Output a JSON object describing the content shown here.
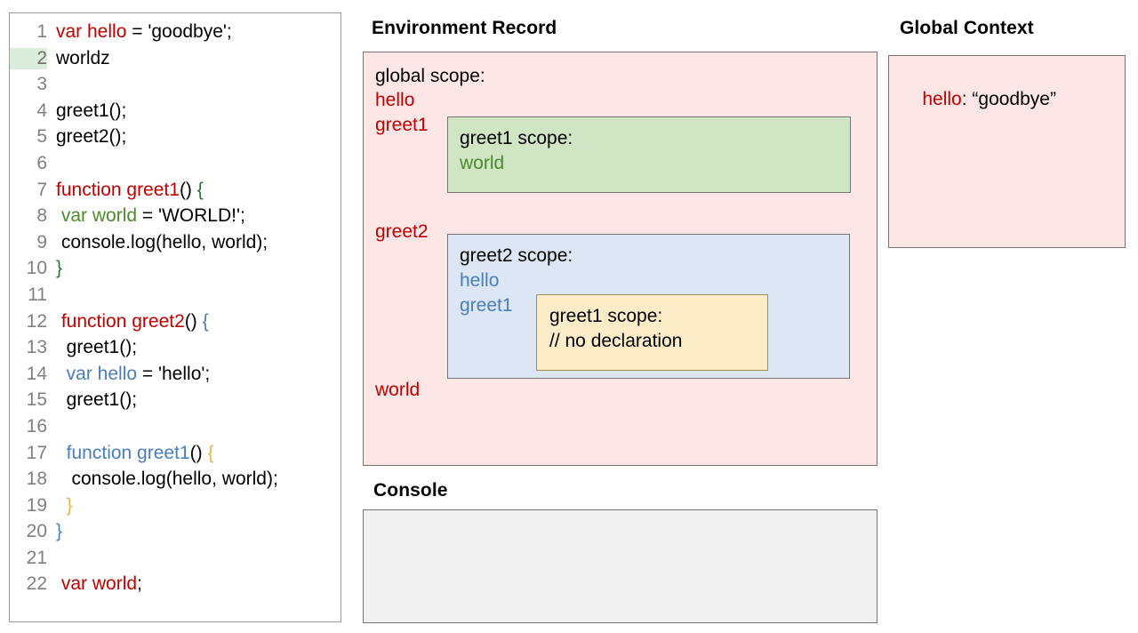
{
  "editor": {
    "lines": [
      {
        "num": "1",
        "highlight": false,
        "tokens": [
          {
            "t": "var hello",
            "c": "red"
          },
          {
            "t": " = 'goodbye';",
            "c": "black"
          }
        ]
      },
      {
        "num": "2",
        "highlight": true,
        "tokens": [
          {
            "t": "worldz",
            "c": "black"
          }
        ]
      },
      {
        "num": "3",
        "highlight": false,
        "tokens": [
          {
            "t": "",
            "c": "black"
          }
        ]
      },
      {
        "num": "4",
        "highlight": false,
        "tokens": [
          {
            "t": "greet1();",
            "c": "black"
          }
        ]
      },
      {
        "num": "5",
        "highlight": false,
        "tokens": [
          {
            "t": "greet2();",
            "c": "black"
          }
        ]
      },
      {
        "num": "6",
        "highlight": false,
        "tokens": [
          {
            "t": "",
            "c": "black"
          }
        ]
      },
      {
        "num": "7",
        "highlight": false,
        "tokens": [
          {
            "t": "function greet1",
            "c": "red"
          },
          {
            "t": "() ",
            "c": "black"
          },
          {
            "t": "{",
            "c": "dgreen"
          }
        ]
      },
      {
        "num": "8",
        "highlight": false,
        "tokens": [
          {
            "t": " ",
            "c": "black"
          },
          {
            "t": "var world",
            "c": "green"
          },
          {
            "t": " = 'WORLD!';",
            "c": "black"
          }
        ]
      },
      {
        "num": "9",
        "highlight": false,
        "tokens": [
          {
            "t": " console.log(hello, world);",
            "c": "black"
          }
        ]
      },
      {
        "num": "10",
        "highlight": false,
        "tokens": [
          {
            "t": "}",
            "c": "dgreen"
          }
        ]
      },
      {
        "num": "11",
        "highlight": false,
        "tokens": [
          {
            "t": "",
            "c": "black"
          }
        ]
      },
      {
        "num": "12",
        "highlight": false,
        "tokens": [
          {
            "t": " ",
            "c": "black"
          },
          {
            "t": "function greet2",
            "c": "red"
          },
          {
            "t": "() ",
            "c": "black"
          },
          {
            "t": "{",
            "c": "blue"
          }
        ]
      },
      {
        "num": "13",
        "highlight": false,
        "tokens": [
          {
            "t": "  greet1();",
            "c": "black"
          }
        ]
      },
      {
        "num": "14",
        "highlight": false,
        "tokens": [
          {
            "t": "  ",
            "c": "black"
          },
          {
            "t": "var hello",
            "c": "blue"
          },
          {
            "t": " = 'hello';",
            "c": "black"
          }
        ]
      },
      {
        "num": "15",
        "highlight": false,
        "tokens": [
          {
            "t": "  greet1();",
            "c": "black"
          }
        ]
      },
      {
        "num": "16",
        "highlight": false,
        "tokens": [
          {
            "t": "",
            "c": "black"
          }
        ]
      },
      {
        "num": "17",
        "highlight": false,
        "tokens": [
          {
            "t": "  ",
            "c": "black"
          },
          {
            "t": "function greet1",
            "c": "blue"
          },
          {
            "t": "() ",
            "c": "black"
          },
          {
            "t": "{",
            "c": "orange"
          }
        ]
      },
      {
        "num": "18",
        "highlight": false,
        "tokens": [
          {
            "t": "   console.log(hello, world);",
            "c": "black"
          }
        ]
      },
      {
        "num": "19",
        "highlight": false,
        "tokens": [
          {
            "t": "  ",
            "c": "black"
          },
          {
            "t": "}",
            "c": "orange"
          }
        ]
      },
      {
        "num": "20",
        "highlight": false,
        "tokens": [
          {
            "t": "}",
            "c": "blue"
          }
        ]
      },
      {
        "num": "21",
        "highlight": false,
        "tokens": [
          {
            "t": "",
            "c": "black"
          }
        ]
      },
      {
        "num": "22",
        "highlight": false,
        "tokens": [
          {
            "t": " ",
            "c": "black"
          },
          {
            "t": "var world",
            "c": "red"
          },
          {
            "t": ";",
            "c": "black"
          }
        ]
      }
    ]
  },
  "environment_record": {
    "title": "Environment Record",
    "global_scope_label": "global scope:",
    "global_bindings_top": [
      "hello",
      "greet1"
    ],
    "greet2_binding": "greet2",
    "world_binding": "world",
    "greet1_scope": {
      "title": "greet1 scope:",
      "bindings": [
        "world"
      ]
    },
    "greet2_scope": {
      "title": "greet2 scope:",
      "bindings": [
        "hello",
        "greet1"
      ],
      "inner_greet1_scope": {
        "title": "greet1 scope:",
        "note": "// no declaration"
      }
    }
  },
  "console": {
    "title": "Console",
    "output": ""
  },
  "global_context": {
    "title": "Global Context",
    "entries": [
      {
        "key": "hello",
        "separator": ": ",
        "value": "“goodbye”"
      }
    ]
  },
  "colors": {
    "red": "#c00000",
    "blue": "#4a7ebb",
    "green": "#4b8b2b",
    "dark_green": "#2e7031",
    "orange": "#e8b84b",
    "pink_panel": "#fce7e6",
    "green_box": "#cfe5c3",
    "blue_box": "#dce6f5",
    "yellow_box": "#fcecc7",
    "console_bg": "#f1f1f1",
    "line_highlight": "#dbeedb"
  }
}
